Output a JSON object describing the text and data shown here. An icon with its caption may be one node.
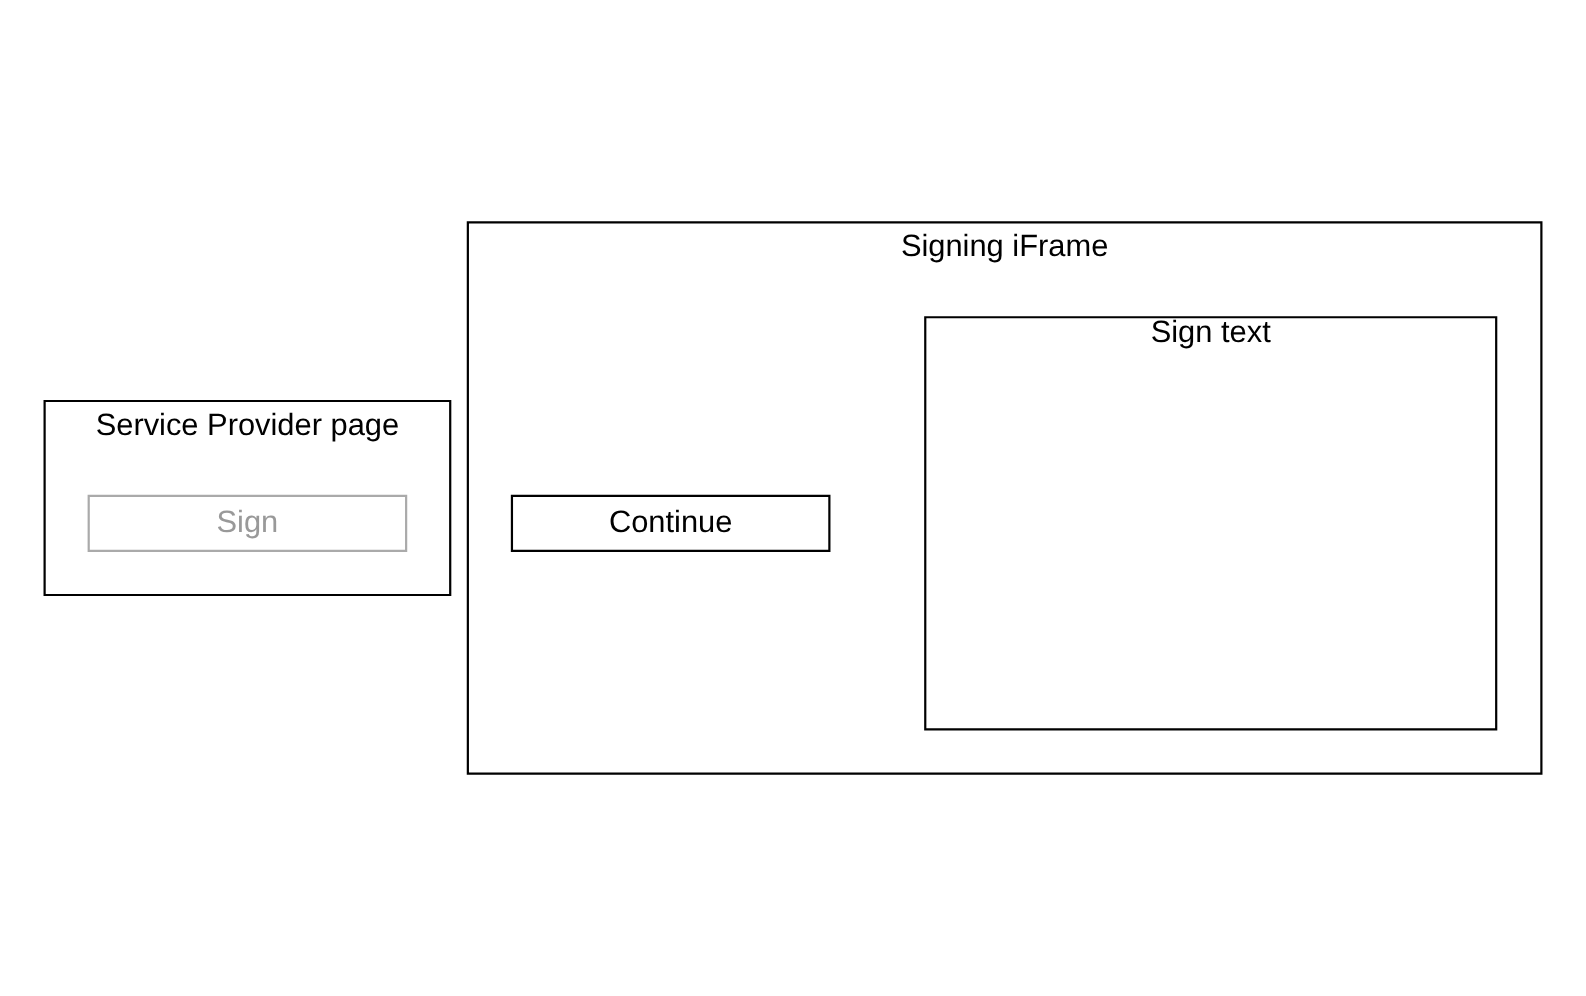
{
  "diagram": {
    "nodes": [
      {
        "text": [
          "Service Provider page"
        ]
      },
      {
        "text": [
          "Signing iFrame"
        ]
      },
      {
        "text": [
          "Sign text"
        ],
        "in": 1
      },
      {
        "text": [
          "Sign"
        ],
        "in": 0
      },
      {
        "text": [
          "Continue"
        ],
        "in": 1
      }
    ]
  }
}
